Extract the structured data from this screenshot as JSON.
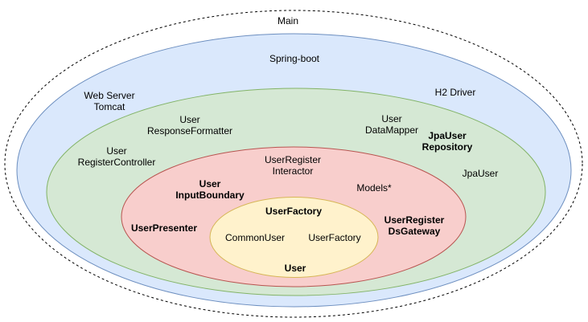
{
  "rings": [
    {
      "id": "outer-dashed",
      "fill": "#ffffff",
      "stroke": "#000000",
      "border_style": "dashed",
      "labels": {
        "main": "Main"
      }
    },
    {
      "id": "blue",
      "fill": "#dae8fc",
      "stroke": "#6c8ebf",
      "border_style": "solid",
      "labels": {
        "spring_boot": "Spring-boot",
        "web_server_tomcat": "Web Server\nTomcat",
        "h2_driver": "H2 Driver"
      }
    },
    {
      "id": "green",
      "fill": "#d5e8d4",
      "stroke": "#82b366",
      "border_style": "solid",
      "labels": {
        "user_response_formatter": "User\nResponseFormatter",
        "user_data_mapper": "User\nDataMapper",
        "jpa_user_repository": "JpaUser\nRepository",
        "user_register_controller": "User\nRegisterController",
        "jpa_user": "JpaUser"
      }
    },
    {
      "id": "red",
      "fill": "#f8cecc",
      "stroke": "#b85450",
      "border_style": "solid",
      "labels": {
        "user_register_interactor": "UserRegister\nInteractor",
        "user_input_boundary": "User\nInputBoundary",
        "models": "Models*",
        "user_presenter": "UserPresenter",
        "user_register_ds_gateway": "UserRegister\nDsGateway"
      }
    },
    {
      "id": "yellow",
      "fill": "#fff2cc",
      "stroke": "#d6b656",
      "border_style": "solid",
      "labels": {
        "user_factory_boundary": "UserFactory",
        "common_user": "CommonUser",
        "user_factory": "UserFactory",
        "user": "User"
      }
    }
  ]
}
